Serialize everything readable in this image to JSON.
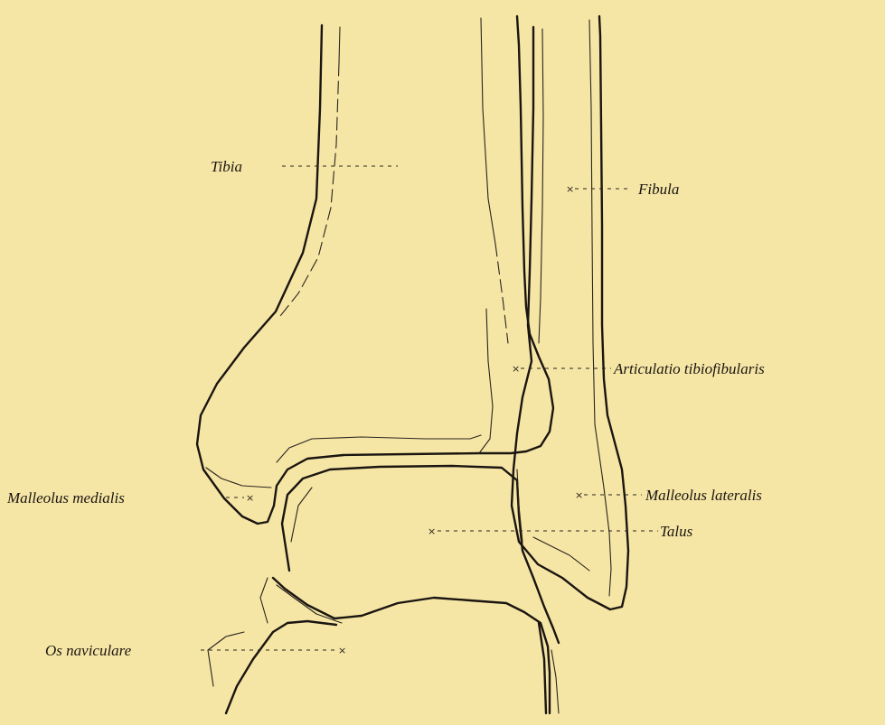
{
  "figure": {
    "background_color": "#f6e6a6",
    "ink_color": "#1a1510",
    "labels": {
      "tibia": "Tibia",
      "fibula": "Fibula",
      "articulatio": "Articulatio tibiofibularis",
      "malleolus_medialis": "Malleolus medialis",
      "malleolus_lateralis": "Malleolus lateralis",
      "talus": "Talus",
      "os_naviculare": "Os naviculare"
    }
  }
}
